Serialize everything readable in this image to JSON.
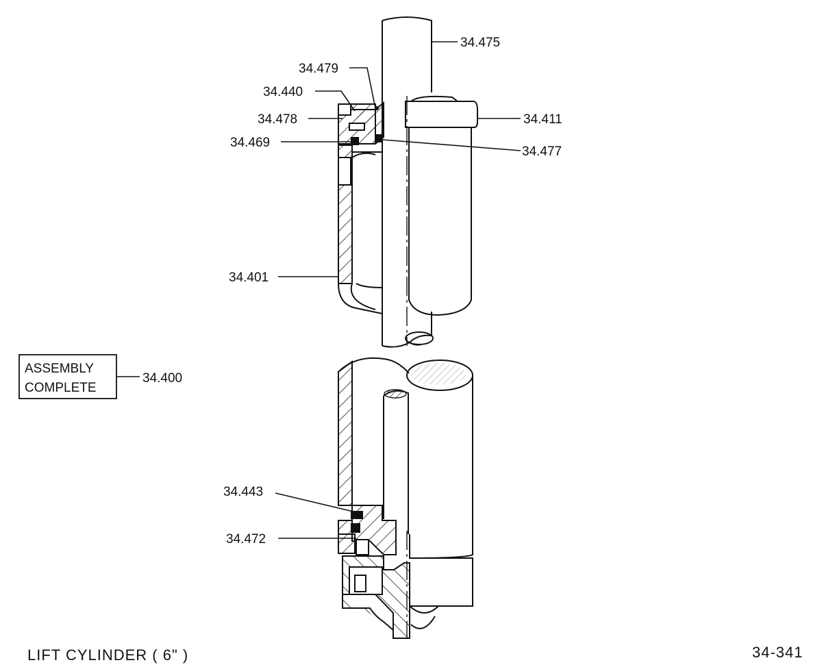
{
  "callouts": {
    "c475": "34.475",
    "c479": "34.479",
    "c440": "34.440",
    "c478": "34.478",
    "c411": "34.411",
    "c469": "34.469",
    "c477": "34.477",
    "c401": "34.401",
    "c400": "34.400",
    "c443": "34.443",
    "c472": "34.472"
  },
  "assembly_box": {
    "line1": "ASSEMBLY",
    "line2": "COMPLETE"
  },
  "footer": {
    "title": "LIFT  CYLINDER  ( 6\" )",
    "page_number": "34-341"
  }
}
